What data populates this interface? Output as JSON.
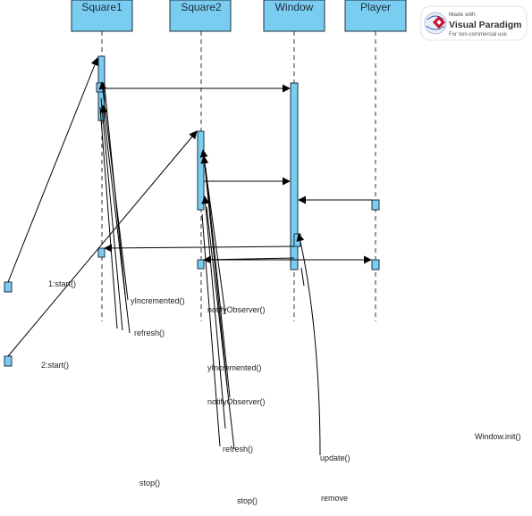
{
  "colors": {
    "lifeline_head_fill": "#79cdf1",
    "activation_fill": "#79cdf1",
    "stroke": "#1f2f3f",
    "message_line": "#000000",
    "logo_red": "#c8102e",
    "logo_blue": "#2a5db0"
  },
  "lifelines": [
    {
      "name": "Square1"
    },
    {
      "name": "Square2"
    },
    {
      "name": "Window"
    },
    {
      "name": "Player"
    }
  ],
  "messages": [
    {
      "label": "1:start()"
    },
    {
      "label": "yIncremented()"
    },
    {
      "label": "refresh()"
    },
    {
      "label": "notifyObserver()"
    },
    {
      "label": "2:start()"
    },
    {
      "label": "yIncremented()"
    },
    {
      "label": "notifyObserver()"
    },
    {
      "label": "refresh()"
    },
    {
      "label": "update()"
    },
    {
      "label": "Window.init()"
    },
    {
      "label": "stop()"
    },
    {
      "label": "stop()"
    },
    {
      "label": "remove"
    }
  ],
  "watermark": {
    "line1": "Made with",
    "line2": "Visual Paradigm",
    "line3": "For non-commercial use",
    "icon": "visual-paradigm-logo-icon"
  }
}
